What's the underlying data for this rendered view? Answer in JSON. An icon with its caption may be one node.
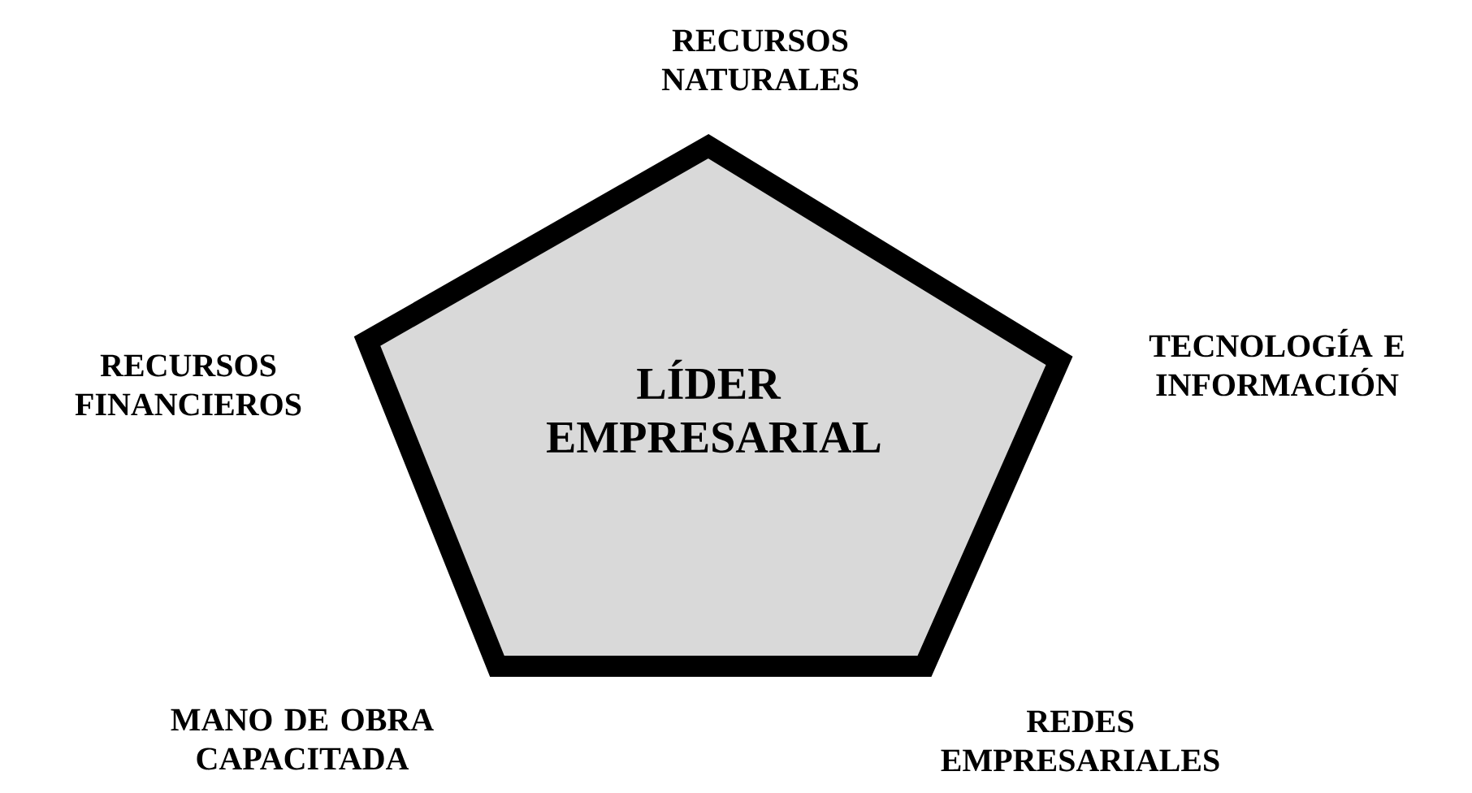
{
  "diagram": {
    "nodes": [
      {
        "text": [
          "LÍDER EMPRESARIAL"
        ]
      }
    ],
    "labels": [
      "RECURSOS NATURALES",
      "TECNOLOGÍA E INFORMACIÓN",
      "RECURSOS FINANCIEROS",
      "MANO DE OBRA CAPACITADA",
      "REDES EMPRESARIALES"
    ]
  }
}
